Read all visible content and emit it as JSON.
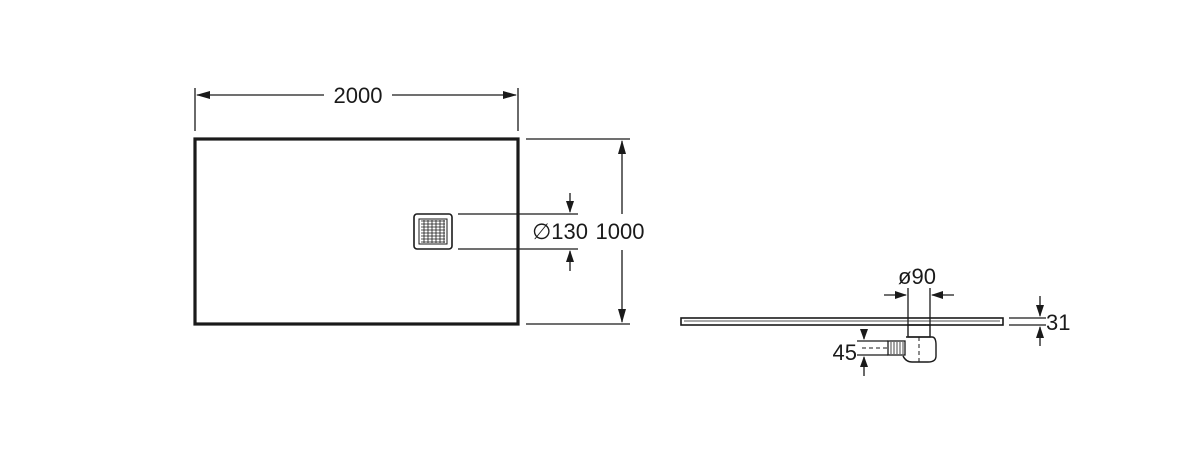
{
  "top_view": {
    "length_label": "2000",
    "width_label": "1000",
    "drain_size_label": "∅130"
  },
  "side_view": {
    "drain_diameter_label": "ø90",
    "tray_height_label": "31",
    "outlet_height_label": "45"
  },
  "colors": {
    "line": "#1a1a1a",
    "background": "#ffffff"
  }
}
